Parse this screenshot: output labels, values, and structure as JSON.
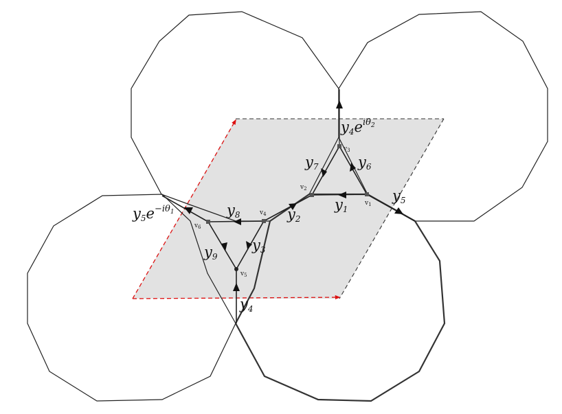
{
  "vertices": [
    {
      "id": "v1",
      "label": "v",
      "sub": "1"
    },
    {
      "id": "v2",
      "label": "v",
      "sub": "2"
    },
    {
      "id": "v3",
      "label": "v",
      "sub": "3"
    },
    {
      "id": "v4",
      "label": "v",
      "sub": "4"
    },
    {
      "id": "v5",
      "label": "v",
      "sub": "5"
    },
    {
      "id": "v6",
      "label": "v",
      "sub": "6"
    }
  ],
  "edges": [
    {
      "id": "y1",
      "label": "y",
      "sub": "1"
    },
    {
      "id": "y2",
      "label": "y",
      "sub": "2"
    },
    {
      "id": "y3",
      "label": "y",
      "sub": "3"
    },
    {
      "id": "y4",
      "label": "y",
      "sub": "4"
    },
    {
      "id": "y5",
      "label": "y",
      "sub": "5"
    },
    {
      "id": "y6",
      "label": "y",
      "sub": "6"
    },
    {
      "id": "y7",
      "label": "y",
      "sub": "7"
    },
    {
      "id": "y8",
      "label": "y",
      "sub": "8"
    },
    {
      "id": "y9",
      "label": "y",
      "sub": "9"
    }
  ],
  "phase_labels": {
    "top": {
      "base": "y",
      "sub": "4",
      "e": "e",
      "exp": "iθ",
      "exp_sub": "2"
    },
    "left": {
      "base": "y",
      "sub": "5",
      "e": "e",
      "exp": "−iθ",
      "exp_sub": "1"
    }
  },
  "colors": {
    "cell_fill": "#e2e2e2",
    "boundary_red": "#dd1111",
    "line": "#222222"
  }
}
